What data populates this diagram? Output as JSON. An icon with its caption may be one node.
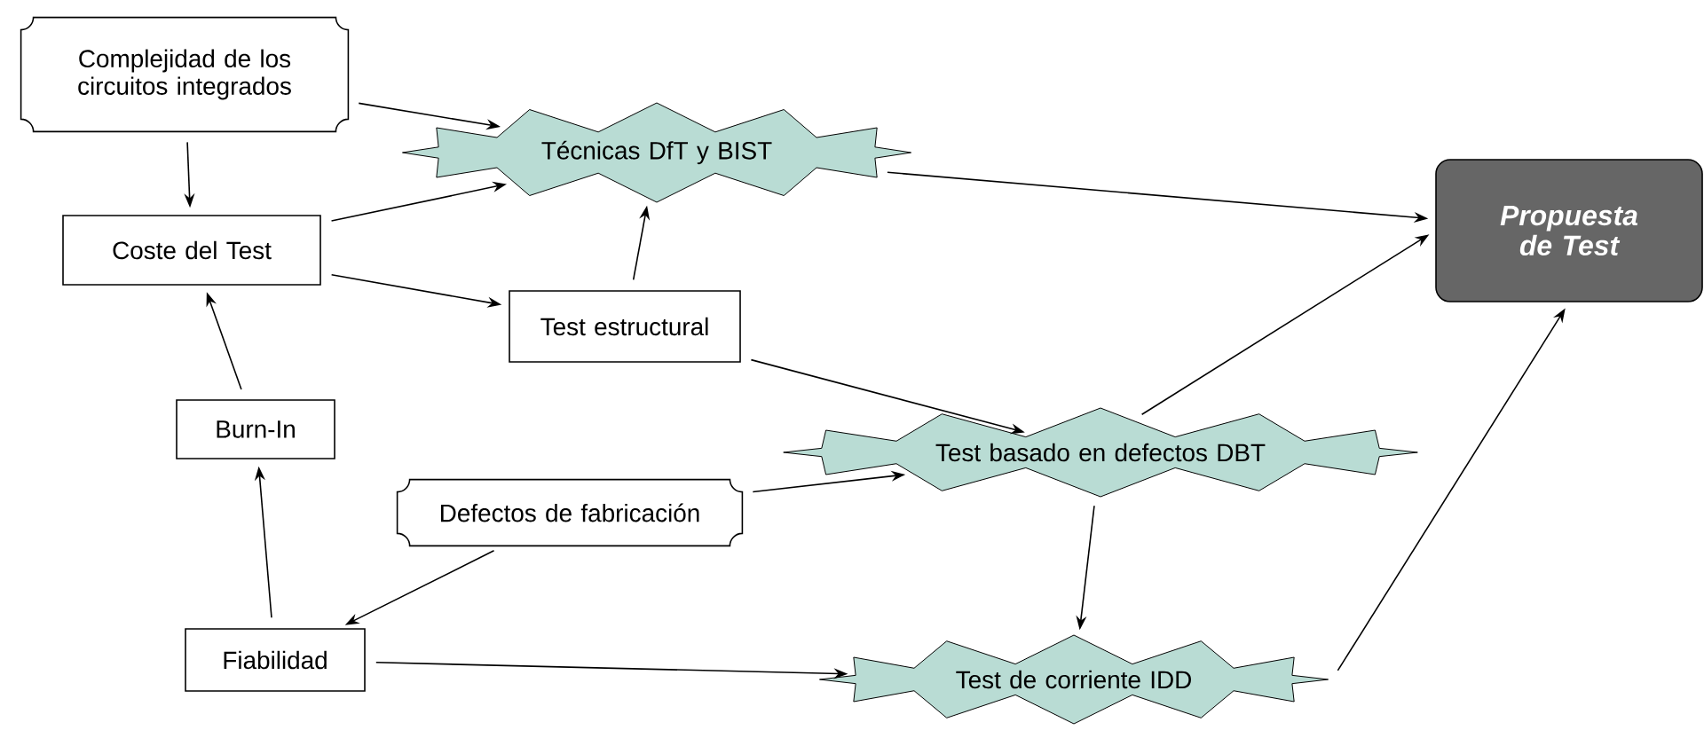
{
  "diagram": {
    "nodes": [
      {
        "text": [
          "Complejidad de los circuitos integrados"
        ]
      },
      {
        "text": [
          "Técnicas DfT y BIST"
        ]
      },
      {
        "text": [
          "Coste del Test"
        ]
      },
      {
        "text": [
          "Test estructural"
        ]
      },
      {
        "text": [
          "Propuesta de Test"
        ]
      },
      {
        "text": [
          "Burn-In"
        ]
      },
      {
        "text": [
          "Defectos de fabricación"
        ]
      },
      {
        "text": [
          "Test basado en defectos DBT"
        ]
      },
      {
        "text": [
          "Fiabilidad"
        ]
      },
      {
        "text": [
          "Test de corriente IDD"
        ]
      }
    ],
    "edges": [
      {
        "from": 0,
        "to": 1,
        "arrow": "to"
      },
      {
        "from": 0,
        "to": 2,
        "arrow": "to"
      },
      {
        "from": 2,
        "to": 1,
        "arrow": "to"
      },
      {
        "from": 2,
        "to": 3,
        "arrow": "to"
      },
      {
        "from": 3,
        "to": 1,
        "arrow": "to"
      },
      {
        "from": 1,
        "to": 4,
        "arrow": "to"
      },
      {
        "from": 3,
        "to": 7,
        "arrow": "to"
      },
      {
        "from": 5,
        "to": 2,
        "arrow": "to"
      },
      {
        "from": 8,
        "to": 5,
        "arrow": "to"
      },
      {
        "from": 6,
        "to": 8,
        "arrow": "to"
      },
      {
        "from": 6,
        "to": 7,
        "arrow": "to"
      },
      {
        "from": 7,
        "to": 4,
        "arrow": "to"
      },
      {
        "from": 7,
        "to": 9,
        "arrow": "to"
      },
      {
        "from": 8,
        "to": 9,
        "arrow": "to"
      },
      {
        "from": 9,
        "to": 4,
        "arrow": "to"
      }
    ]
  }
}
